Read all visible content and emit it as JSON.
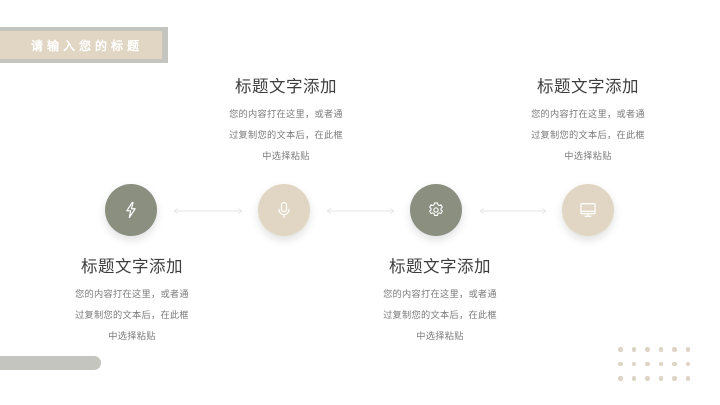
{
  "banner": {
    "title": "请输入您的标题"
  },
  "colors": {
    "sage": "#8a8f80",
    "beige": "#e1d6c3",
    "banner_border": "#c4c5be",
    "dot": "#ddd5c4"
  },
  "steps": [
    {
      "icon": "lightning-icon",
      "color": "sage",
      "title": "标题文字添加",
      "desc_lines": [
        "您的内容打在这里，或者通",
        "过复制您的文本后，在此框",
        "中选择粘贴"
      ]
    },
    {
      "icon": "microphone-icon",
      "color": "beige",
      "title": "标题文字添加",
      "desc_lines": [
        "您的内容打在这里，或者通",
        "过复制您的文本后，在此框",
        "中选择粘贴"
      ]
    },
    {
      "icon": "gear-icon",
      "color": "sage",
      "title": "标题文字添加",
      "desc_lines": [
        "您的内容打在这里，或者通",
        "过复制您的文本后，在此框",
        "中选择粘贴"
      ]
    },
    {
      "icon": "monitor-icon",
      "color": "beige",
      "title": "标题文字添加",
      "desc_lines": [
        "您的内容打在这里，或者通",
        "过复制您的文本后，在此框",
        "中选择粘贴"
      ]
    }
  ],
  "decor": {
    "dot_rows": 3,
    "dot_cols": 6
  }
}
